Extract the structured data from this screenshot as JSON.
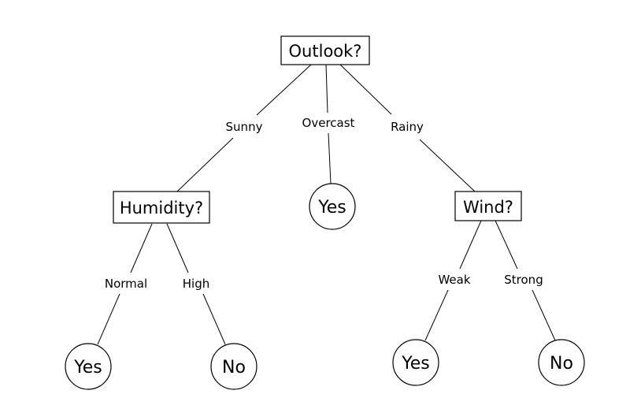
{
  "tree": {
    "root": {
      "label": "Outlook?",
      "branches": [
        {
          "edge": "Sunny",
          "child": {
            "label": "Humidity?",
            "branches": [
              {
                "edge": "Normal",
                "child": {
                  "label": "Yes"
                }
              },
              {
                "edge": "High",
                "child": {
                  "label": "No"
                }
              }
            ]
          }
        },
        {
          "edge": "Overcast",
          "child": {
            "label": "Yes"
          }
        },
        {
          "edge": "Rainy",
          "child": {
            "label": "Wind?",
            "branches": [
              {
                "edge": "Weak",
                "child": {
                  "label": "Yes"
                }
              },
              {
                "edge": "Strong",
                "child": {
                  "label": "No"
                }
              }
            ]
          }
        }
      ]
    }
  }
}
